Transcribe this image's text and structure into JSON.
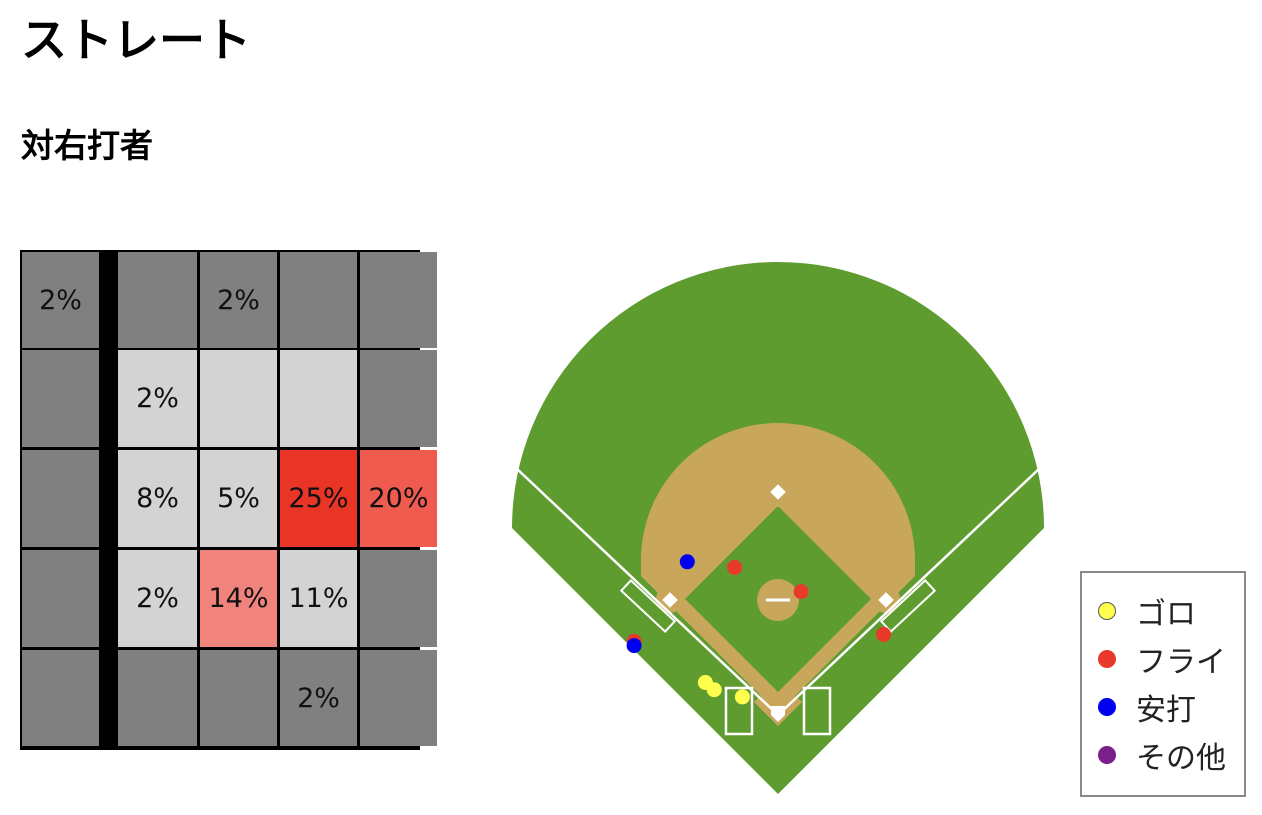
{
  "page": {
    "title": "ストレート",
    "section_title": "対右打者"
  },
  "chart_data": [
    {
      "type": "heatmap",
      "title": "",
      "rows": 5,
      "cols": 5,
      "cells": [
        [
          "2%",
          "",
          "2%",
          "",
          ""
        ],
        [
          "",
          "2%",
          "",
          "",
          ""
        ],
        [
          "",
          "8%",
          "5%",
          "25%",
          "20%"
        ],
        [
          "",
          "2%",
          "14%",
          "11%",
          ""
        ],
        [
          "",
          "",
          "",
          "2%",
          ""
        ]
      ],
      "colors": [
        [
          "#808080",
          "#808080",
          "#808080",
          "#808080",
          "#808080"
        ],
        [
          "#808080",
          "#d3d3d3",
          "#d3d3d3",
          "#d3d3d3",
          "#808080"
        ],
        [
          "#808080",
          "#d3d3d3",
          "#d3d3d3",
          "#e93526",
          "#ef5b4f"
        ],
        [
          "#808080",
          "#d3d3d3",
          "#f0837b",
          "#d3d3d3",
          "#808080"
        ],
        [
          "#808080",
          "#808080",
          "#808080",
          "#808080",
          "#808080"
        ]
      ]
    },
    {
      "type": "scatter",
      "title": "",
      "series": [
        {
          "name": "ゴロ",
          "color": "#ffff4d",
          "points": [
            [
              -0.273,
              0.419
            ],
            [
              -0.134,
              0.365
            ],
            [
              -0.24,
              0.392
            ]
          ]
        },
        {
          "name": "フライ",
          "color": "#e9392b",
          "points": [
            [
              -0.163,
              0.852
            ],
            [
              0.087,
              0.761
            ],
            [
              0.397,
              0.6
            ],
            [
              -0.541,
              0.574
            ]
          ]
        },
        {
          "name": "安打",
          "color": "#0000f0",
          "points": [
            [
              -0.341,
              0.873
            ],
            [
              -0.541,
              0.558
            ]
          ]
        },
        {
          "name": "その他",
          "color": "#7b1f8a",
          "points": []
        }
      ]
    }
  ],
  "legend": {
    "items": [
      {
        "label": "ゴロ",
        "color": "#ffff4d"
      },
      {
        "label": "フライ",
        "color": "#e9392b"
      },
      {
        "label": "安打",
        "color": "#0000f0"
      },
      {
        "label": "その他",
        "color": "#7b1f8a"
      }
    ]
  },
  "colors": {
    "field_grass": "#5f9c30",
    "infield_dirt": "#c8a75c",
    "lines": "#ffffff",
    "zone_border": "#000000"
  }
}
